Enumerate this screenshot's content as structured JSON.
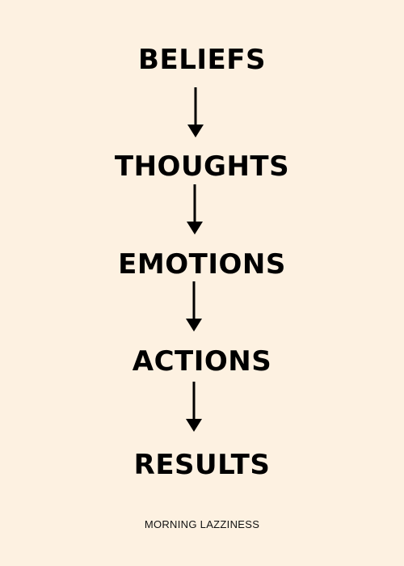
{
  "flow": {
    "steps": [
      "BELIEFS",
      "THOUGHTS",
      "EMOTIONS",
      "ACTIONS",
      "RESULTS"
    ]
  },
  "footer": {
    "brand": "MORNING LAZZINESS"
  },
  "colors": {
    "background": "#fdf1e1",
    "text": "#000000"
  },
  "icons": {
    "connector": "arrow-down-icon"
  }
}
